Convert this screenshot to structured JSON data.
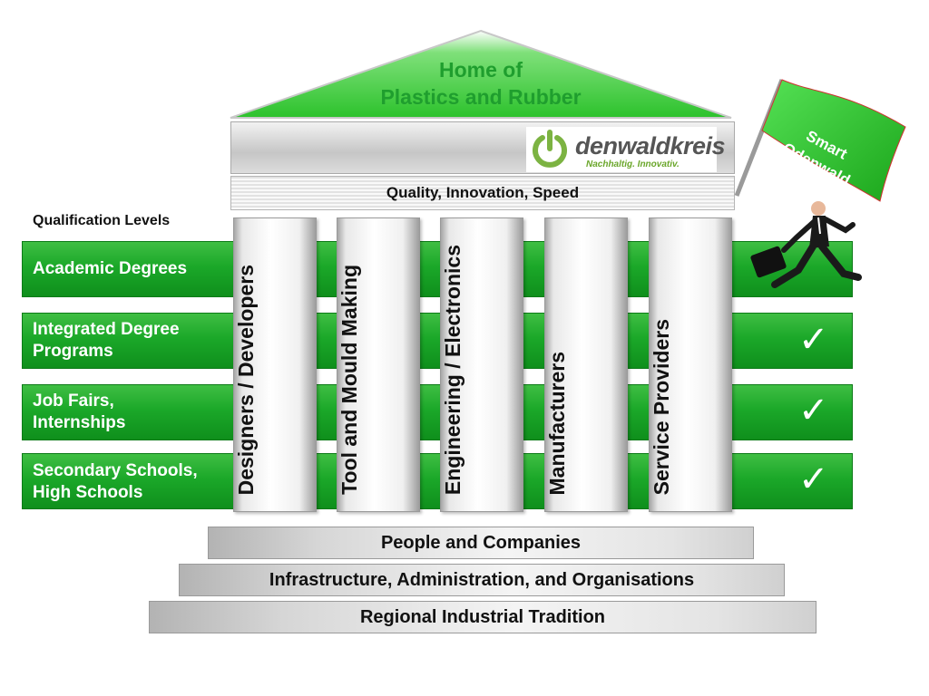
{
  "roof": {
    "title_line1": "Home of",
    "title_line2": "Plastics and Rubber"
  },
  "logo": {
    "name": "denwaldkreis",
    "tagline": "Nachhaltig. Innovativ."
  },
  "quality_band": "Quality, Innovation, Speed",
  "qualification": {
    "heading": "Qualification Levels",
    "levels": [
      {
        "line1": "Academic Degrees",
        "line2": "",
        "checked": false
      },
      {
        "line1": "Integrated Degree",
        "line2": "Programs",
        "checked": true
      },
      {
        "line1": "Job Fairs,",
        "line2": "Internships",
        "checked": true
      },
      {
        "line1": "Secondary Schools,",
        "line2": "High Schools",
        "checked": true
      }
    ]
  },
  "columns": [
    "Designers / Developers",
    "Tool and Mould Making",
    "Engineering / Electronics",
    "Manufacturers",
    "Service Providers"
  ],
  "steps": [
    "People and Companies",
    "Infrastructure, Administration, and Organisations",
    "Regional Industrial Tradition"
  ],
  "flag": {
    "line1": "Smart",
    "line2": "Odenwald"
  },
  "colors": {
    "green": "#1ba829",
    "roof_green": "#3ccf3c",
    "title_green": "#1f9e2e"
  },
  "icons": {
    "check": "check-icon",
    "power": "power-icon",
    "flag": "flag-icon",
    "runner": "businessman-running-icon"
  }
}
